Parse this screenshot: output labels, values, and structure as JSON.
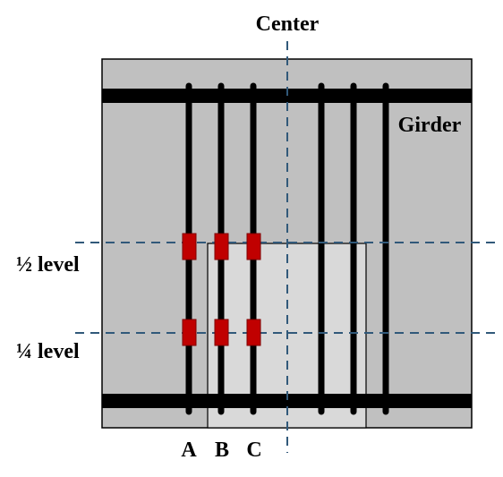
{
  "labels": {
    "center": "Center",
    "girder": "Girder",
    "half_level": "½ level",
    "quarter_level": "¼ level",
    "stiffener_a": "A",
    "stiffener_b": "B",
    "stiffener_c": "C"
  },
  "colors": {
    "panel_fill": "#c0c0c0",
    "inner_region_fill": "#d9d9d9",
    "beam": "#000000",
    "dashed_line": "#31597a",
    "gauge_fill": "#c00000",
    "gauge_stroke": "#7f0000"
  }
}
